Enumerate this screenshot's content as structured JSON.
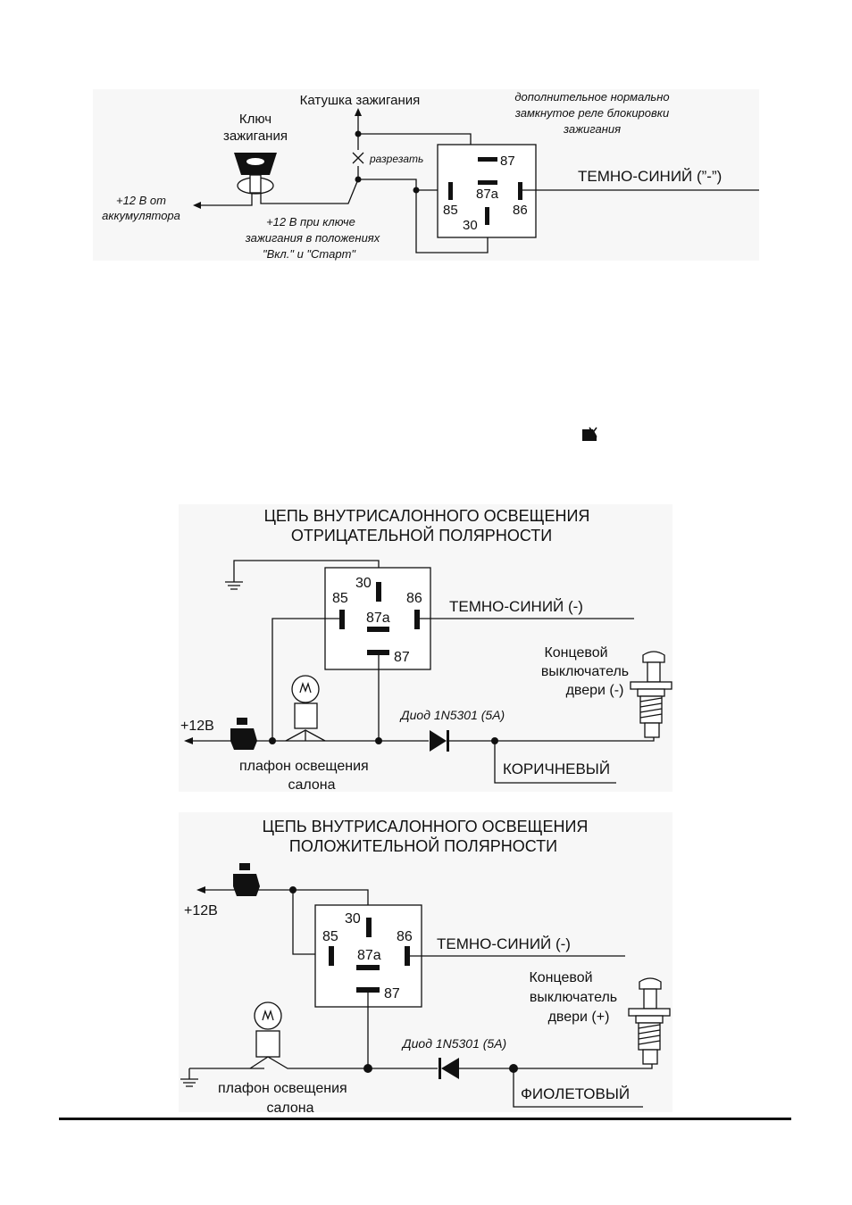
{
  "top": {
    "coil": "Катушка зажигания",
    "relay_note": [
      "дополнительное нормально",
      "замкнутое реле блокировки",
      "зажигания"
    ],
    "key": [
      "Ключ",
      "зажигания"
    ],
    "cut": "разрезать",
    "battery": [
      "+12 В от",
      "аккумулятора"
    ],
    "ignition": [
      "+12 В при ключе",
      "зажигания в положениях",
      "\"Вкл.\" и \"Старт\""
    ],
    "wire": "ТЕМНО-СИНИЙ (”-”)",
    "pins": {
      "p87": "87",
      "p87a": "87a",
      "p85": "85",
      "p86": "86",
      "p30": "30"
    }
  },
  "neg": {
    "title": [
      "ЦЕПЬ ВНУТРИСАЛОННОГО ОСВЕЩЕНИЯ",
      "ОТРИЦАТЕЛЬНОЙ ПОЛЯРНОСТИ"
    ],
    "pins": {
      "p30": "30",
      "p85": "85",
      "p86": "86",
      "p87a": "87a",
      "p87": "87"
    },
    "wire": "ТЕМНО-СИНИЙ (-)",
    "switch": [
      "Концевой",
      "выключатель",
      "двери (-)"
    ],
    "diode": "Диод 1N5301 (5A)",
    "plus": "+12В",
    "lamp": [
      "плафон освещения",
      "салона"
    ],
    "color_wire": "КОРИЧНЕВЫЙ"
  },
  "pos": {
    "title": [
      "ЦЕПЬ ВНУТРИСАЛОННОГО ОСВЕЩЕНИЯ",
      "ПОЛОЖИТЕЛЬНОЙ ПОЛЯРНОСТИ"
    ],
    "pins": {
      "p30": "30",
      "p85": "85",
      "p86": "86",
      "p87a": "87a",
      "p87": "87"
    },
    "wire": "ТЕМНО-СИНИЙ (-)",
    "switch": [
      "Концевой",
      "выключатель",
      "двери (+)"
    ],
    "diode": "Диод 1N5301 (5A)",
    "plus": "+12В",
    "lamp": [
      "плафон освещения",
      "салона"
    ],
    "color_wire": "ФИОЛЕТОВЫЙ"
  }
}
